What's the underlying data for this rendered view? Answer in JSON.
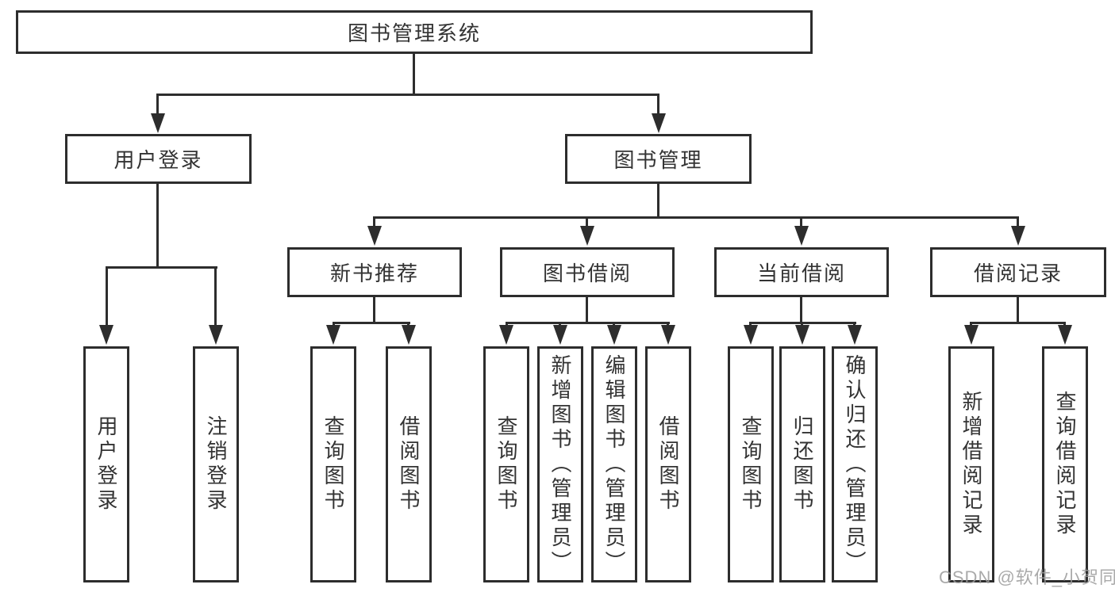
{
  "colors": {
    "line": "#2d2d2d",
    "text": "#333333",
    "background": "#ffffff",
    "watermark": "#9b9b9b"
  },
  "tree": {
    "root": {
      "label": "图书管理系统"
    },
    "user": {
      "label": "用户登录",
      "children": [
        {
          "label": "用户登录"
        },
        {
          "label": "注销登录"
        }
      ]
    },
    "book": {
      "label": "图书管理",
      "groups": [
        {
          "label": "新书推荐",
          "children": [
            {
              "label": "查询图书"
            },
            {
              "label": "借阅图书"
            }
          ]
        },
        {
          "label": "图书借阅",
          "children": [
            {
              "label": "查询图书"
            },
            {
              "label": "新增图书（管理员）"
            },
            {
              "label": "编辑图书（管理员）"
            },
            {
              "label": "借阅图书"
            }
          ]
        },
        {
          "label": "当前借阅",
          "children": [
            {
              "label": "查询图书"
            },
            {
              "label": "归还图书"
            },
            {
              "label": "确认归还（管理员）"
            }
          ]
        },
        {
          "label": "借阅记录",
          "children": [
            {
              "label": "新增借阅记录"
            },
            {
              "label": "查询借阅记录"
            }
          ]
        }
      ]
    }
  },
  "watermark": {
    "text": "CSDN @软件_小贺同学"
  }
}
